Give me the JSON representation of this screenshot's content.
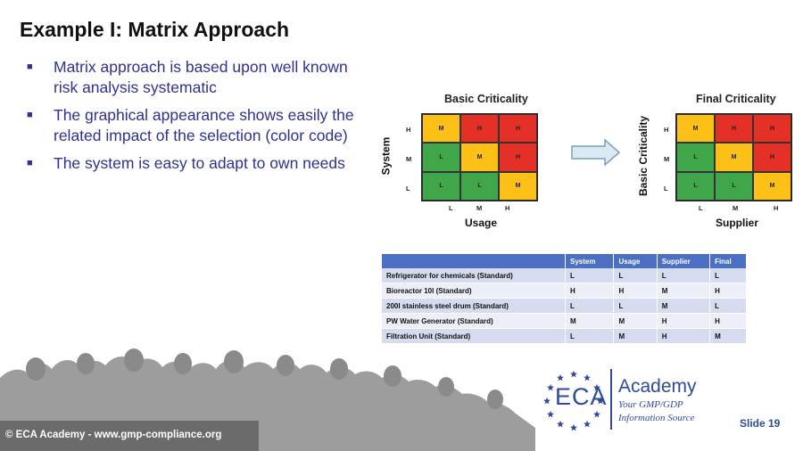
{
  "slide": {
    "title": "Example I: Matrix Approach",
    "bullets": [
      "Matrix approach is based upon well known risk analysis systematic",
      "The graphical appearance shows easily the related impact of the selection (color code)",
      "The system is easy to adapt to own needs"
    ],
    "bullet_marker": "■",
    "slide_number": "Slide 19",
    "footer": "© ECA Academy - www.gmp-compliance.org"
  },
  "colors": {
    "red": "#e53027",
    "yellow": "#fcc016",
    "green": "#40a64a",
    "text_blue": "#2e3192",
    "table_header": "#4a6fc3"
  },
  "matrix_basic": {
    "title": "Basic Criticality",
    "y_axis": "System",
    "x_axis": "Usage",
    "y_ticks": [
      "H",
      "M",
      "L"
    ],
    "x_ticks": [
      "L",
      "M",
      "H"
    ],
    "cells": [
      [
        "M",
        "H",
        "H"
      ],
      [
        "L",
        "M",
        "H"
      ],
      [
        "L",
        "L",
        "M"
      ]
    ],
    "cell_colors": [
      [
        "yellow",
        "red",
        "red"
      ],
      [
        "green",
        "yellow",
        "red"
      ],
      [
        "green",
        "green",
        "yellow"
      ]
    ]
  },
  "matrix_final": {
    "title": "Final Criticality",
    "y_axis": "Basic Criticality",
    "x_axis": "Supplier",
    "y_ticks": [
      "H",
      "M",
      "L"
    ],
    "x_ticks": [
      "L",
      "M",
      "H"
    ],
    "cells": [
      [
        "M",
        "H",
        "H"
      ],
      [
        "L",
        "M",
        "H"
      ],
      [
        "L",
        "L",
        "M"
      ]
    ],
    "cell_colors": [
      [
        "yellow",
        "red",
        "red"
      ],
      [
        "green",
        "yellow",
        "red"
      ],
      [
        "green",
        "green",
        "yellow"
      ]
    ]
  },
  "table": {
    "headers": [
      "",
      "System",
      "Usage",
      "Supplier",
      "Final"
    ],
    "rows": [
      [
        "Refrigerator for chemicals (Standard)",
        "L",
        "L",
        "L",
        "L"
      ],
      [
        "Bioreactor 10l (Standard)",
        "H",
        "H",
        "M",
        "H"
      ],
      [
        "200l stainless steel drum (Standard)",
        "L",
        "L",
        "M",
        "L"
      ],
      [
        "PW Water Generator (Standard)",
        "M",
        "M",
        "H",
        "H"
      ],
      [
        "Filtration Unit (Standard)",
        "L",
        "M",
        "H",
        "M"
      ]
    ]
  },
  "logo": {
    "name": "ECA",
    "word": "Academy",
    "tagline_1": "Your GMP/GDP",
    "tagline_2": "Information Source"
  }
}
